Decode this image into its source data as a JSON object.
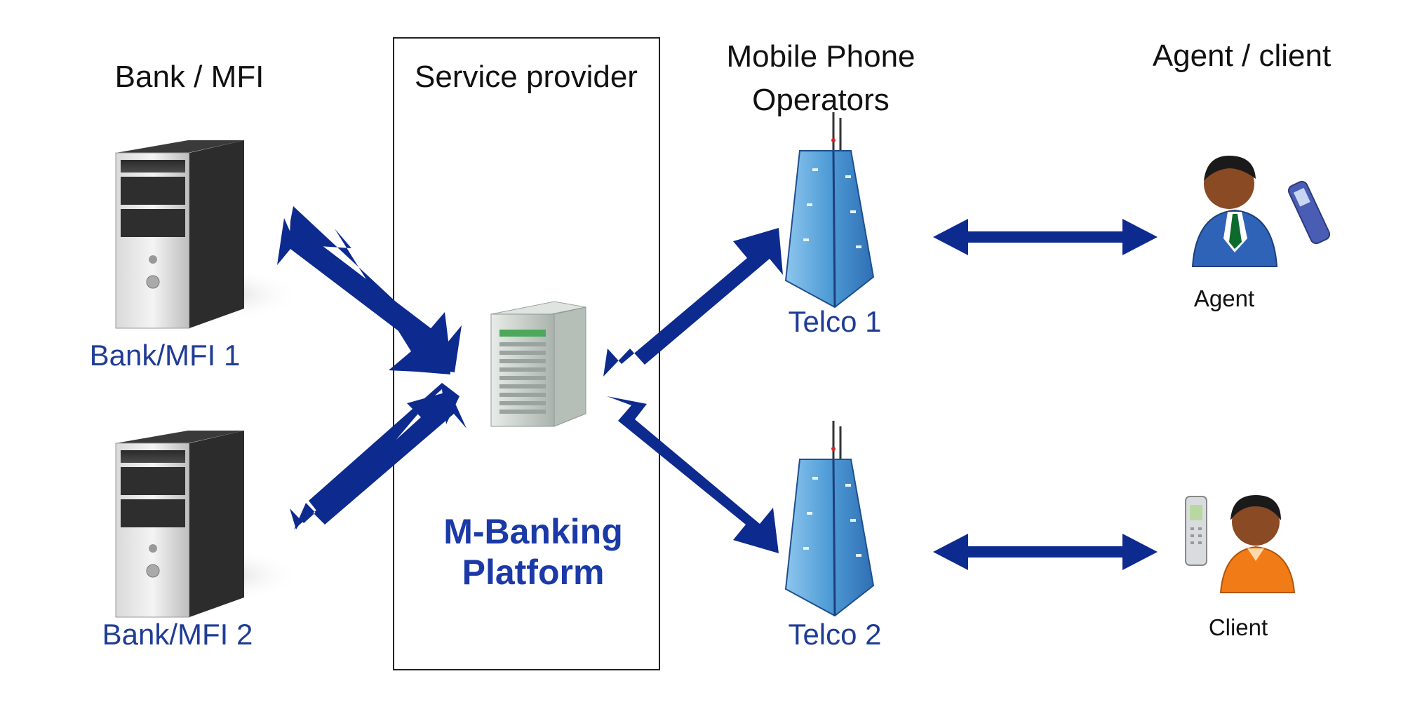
{
  "columns": {
    "bank": "Bank / MFI",
    "service_provider": "Service provider",
    "mobile_operators": "Mobile Phone\nOperators",
    "agent_client": "Agent / client"
  },
  "nodes": {
    "bank1": "Bank/MFI 1",
    "bank2": "Bank/MFI 2",
    "platform": "M-Banking\nPlatform",
    "telco1": "Telco 1",
    "telco2": "Telco 2",
    "agent": "Agent",
    "client": "Client"
  },
  "colors": {
    "arrow": "#0d2a8f",
    "label_blue": "#1f3c96",
    "tower": "#5aa3d8"
  },
  "icons": [
    "pc-tower-icon",
    "server-icon",
    "telecom-tower-icon",
    "person-icon",
    "mobile-phone-icon"
  ]
}
